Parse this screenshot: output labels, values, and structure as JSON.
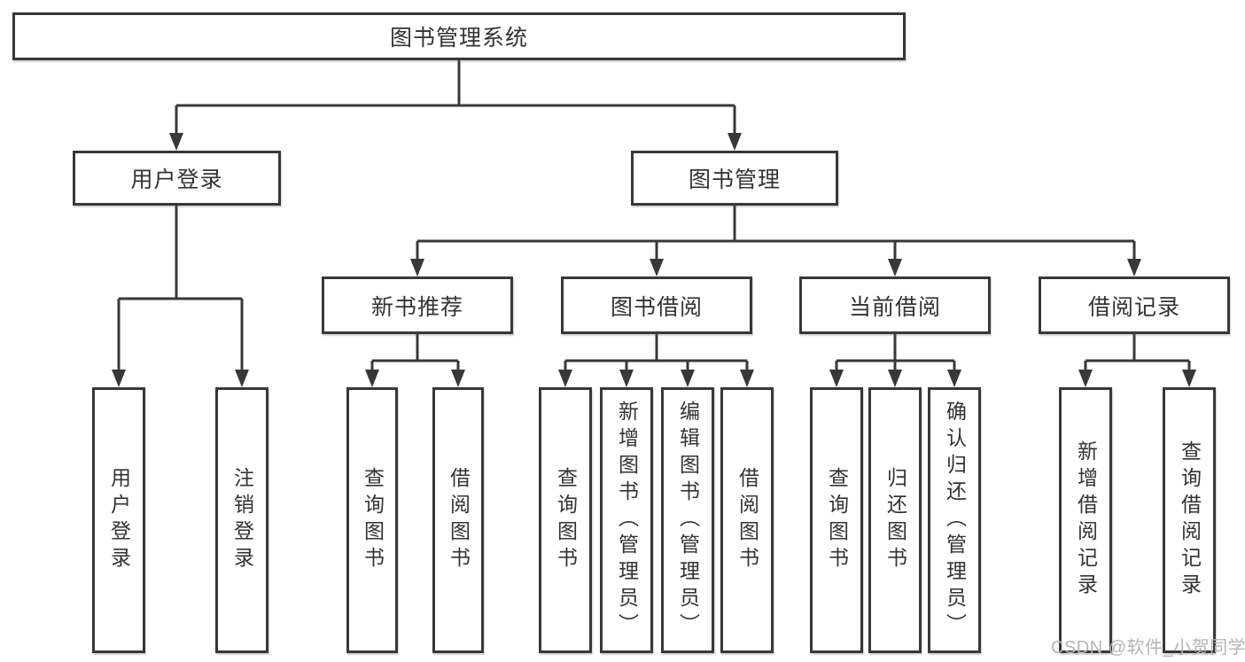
{
  "diagram": {
    "type": "hierarchy-tree",
    "root": {
      "label": "图书管理系统",
      "children": [
        {
          "label": "用户登录",
          "children": [
            {
              "label": "用户登录"
            },
            {
              "label": "注销登录"
            }
          ]
        },
        {
          "label": "图书管理",
          "children": [
            {
              "label": "新书推荐",
              "children": [
                {
                  "label": "查询图书"
                },
                {
                  "label": "借阅图书"
                }
              ]
            },
            {
              "label": "图书借阅",
              "children": [
                {
                  "label": "查询图书"
                },
                {
                  "label": "新增图书（管理员）"
                },
                {
                  "label": "编辑图书（管理员）"
                },
                {
                  "label": "借阅图书"
                }
              ]
            },
            {
              "label": "当前借阅",
              "children": [
                {
                  "label": "查询图书"
                },
                {
                  "label": "归还图书"
                },
                {
                  "label": "确认归还（管理员）"
                }
              ]
            },
            {
              "label": "借阅记录",
              "children": [
                {
                  "label": "新增借阅记录"
                },
                {
                  "label": "查询借阅记录"
                }
              ]
            }
          ]
        }
      ]
    }
  },
  "watermark": {
    "text": "CSDN @软件_小贺同学"
  },
  "colors": {
    "line": "#383838",
    "box_border": "#383838",
    "text": "#333333",
    "background": "#ffffff",
    "watermark": "#b5b5b5"
  }
}
